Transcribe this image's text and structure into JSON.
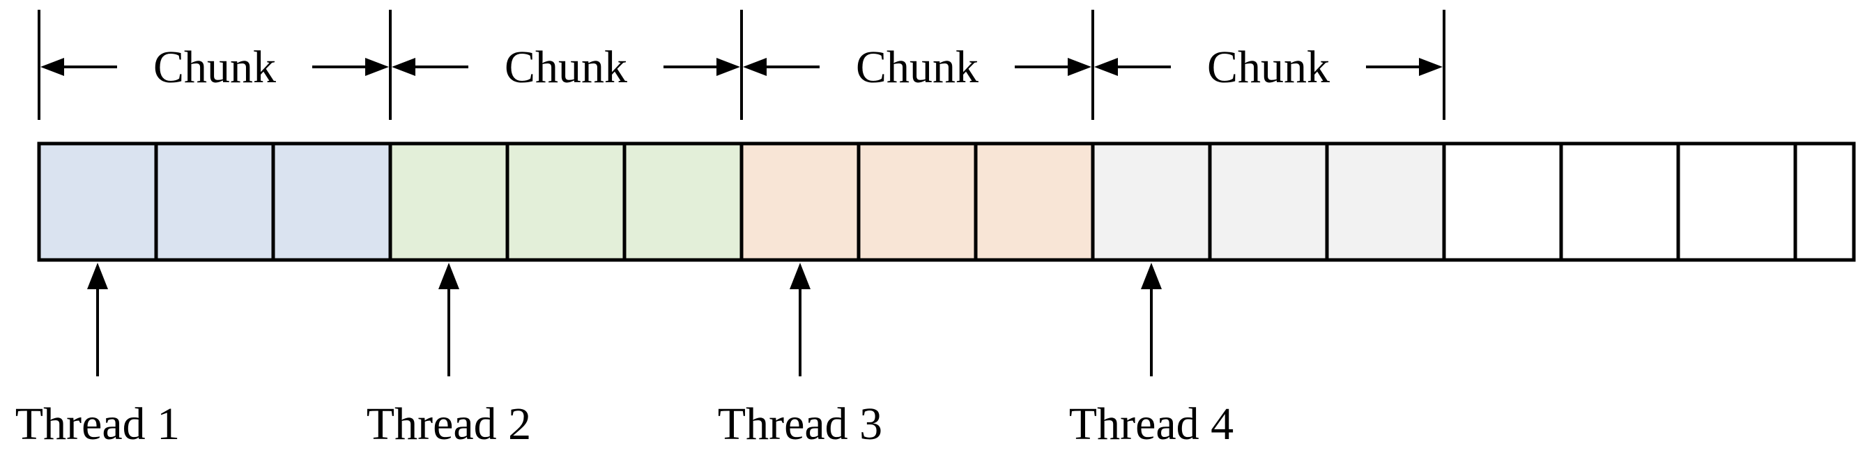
{
  "chunks": [
    {
      "label": "Chunk"
    },
    {
      "label": "Chunk"
    },
    {
      "label": "Chunk"
    },
    {
      "label": "Chunk"
    }
  ],
  "cells": [
    {
      "fill": "#dae3f0"
    },
    {
      "fill": "#dae3f0"
    },
    {
      "fill": "#dae3f0"
    },
    {
      "fill": "#e3efd9"
    },
    {
      "fill": "#e3efd9"
    },
    {
      "fill": "#e3efd9"
    },
    {
      "fill": "#f8e5d6"
    },
    {
      "fill": "#f8e5d6"
    },
    {
      "fill": "#f8e5d6"
    },
    {
      "fill": "#f2f2f2"
    },
    {
      "fill": "#f2f2f2"
    },
    {
      "fill": "#f2f2f2"
    },
    {
      "fill": "#ffffff"
    },
    {
      "fill": "#ffffff"
    },
    {
      "fill": "#ffffff"
    },
    {
      "fill": "#ffffff"
    }
  ],
  "threads": [
    {
      "label": "Thread 1",
      "cell_index": 0
    },
    {
      "label": "Thread 2",
      "cell_index": 3
    },
    {
      "label": "Thread 3",
      "cell_index": 6
    },
    {
      "label": "Thread 4",
      "cell_index": 9
    }
  ],
  "colors": {
    "stroke": "#000000"
  }
}
